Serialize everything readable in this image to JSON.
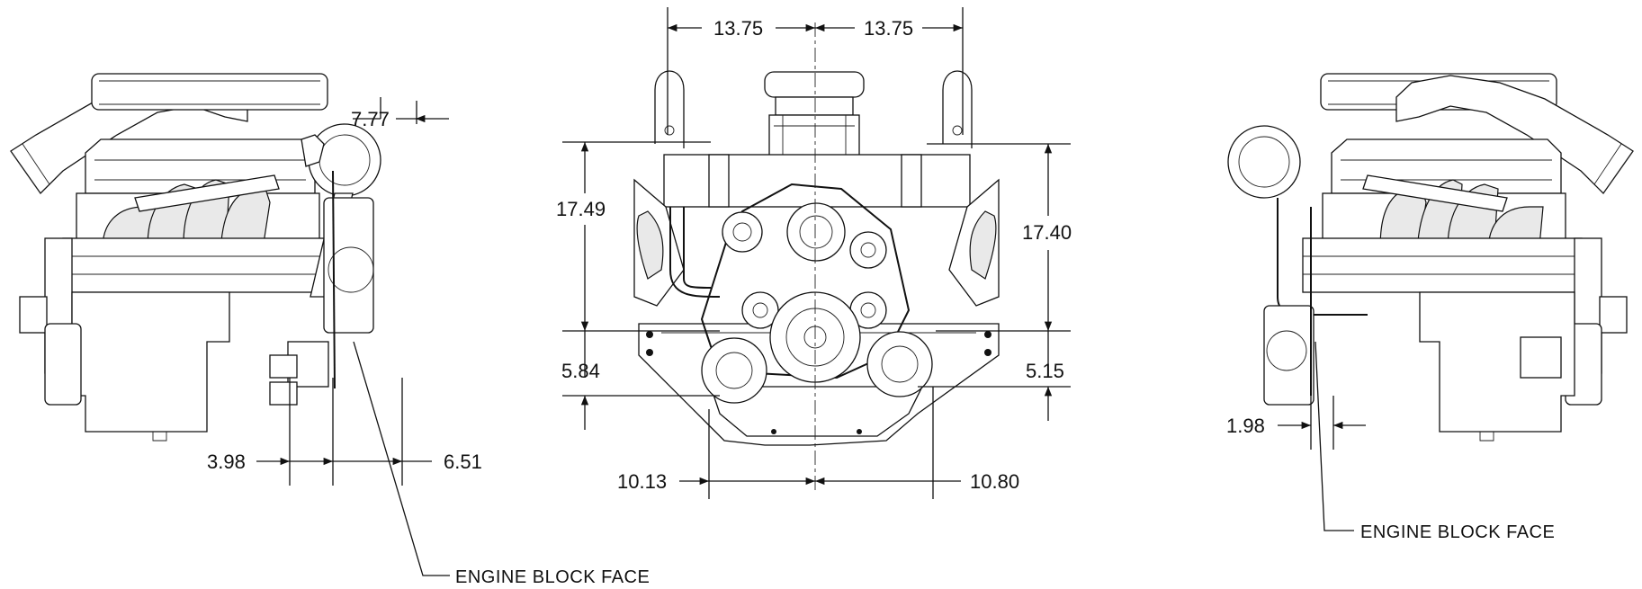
{
  "dimensions": {
    "front_left_half_width": "13.75",
    "front_right_half_width": "13.75",
    "front_left_height": "17.49",
    "front_right_height": "17.40",
    "front_left_lower": "5.84",
    "front_right_lower": "5.15",
    "front_left_bottom_offset": "10.13",
    "front_right_bottom_offset": "10.80",
    "left_side_turbo_offset": "7.77",
    "left_side_block_left": "3.98",
    "left_side_block_right": "6.51",
    "right_side_block_offset": "1.98"
  },
  "callouts": {
    "left_engine_block_face": "ENGINE BLOCK FACE",
    "right_engine_block_face": "ENGINE BLOCK FACE"
  }
}
